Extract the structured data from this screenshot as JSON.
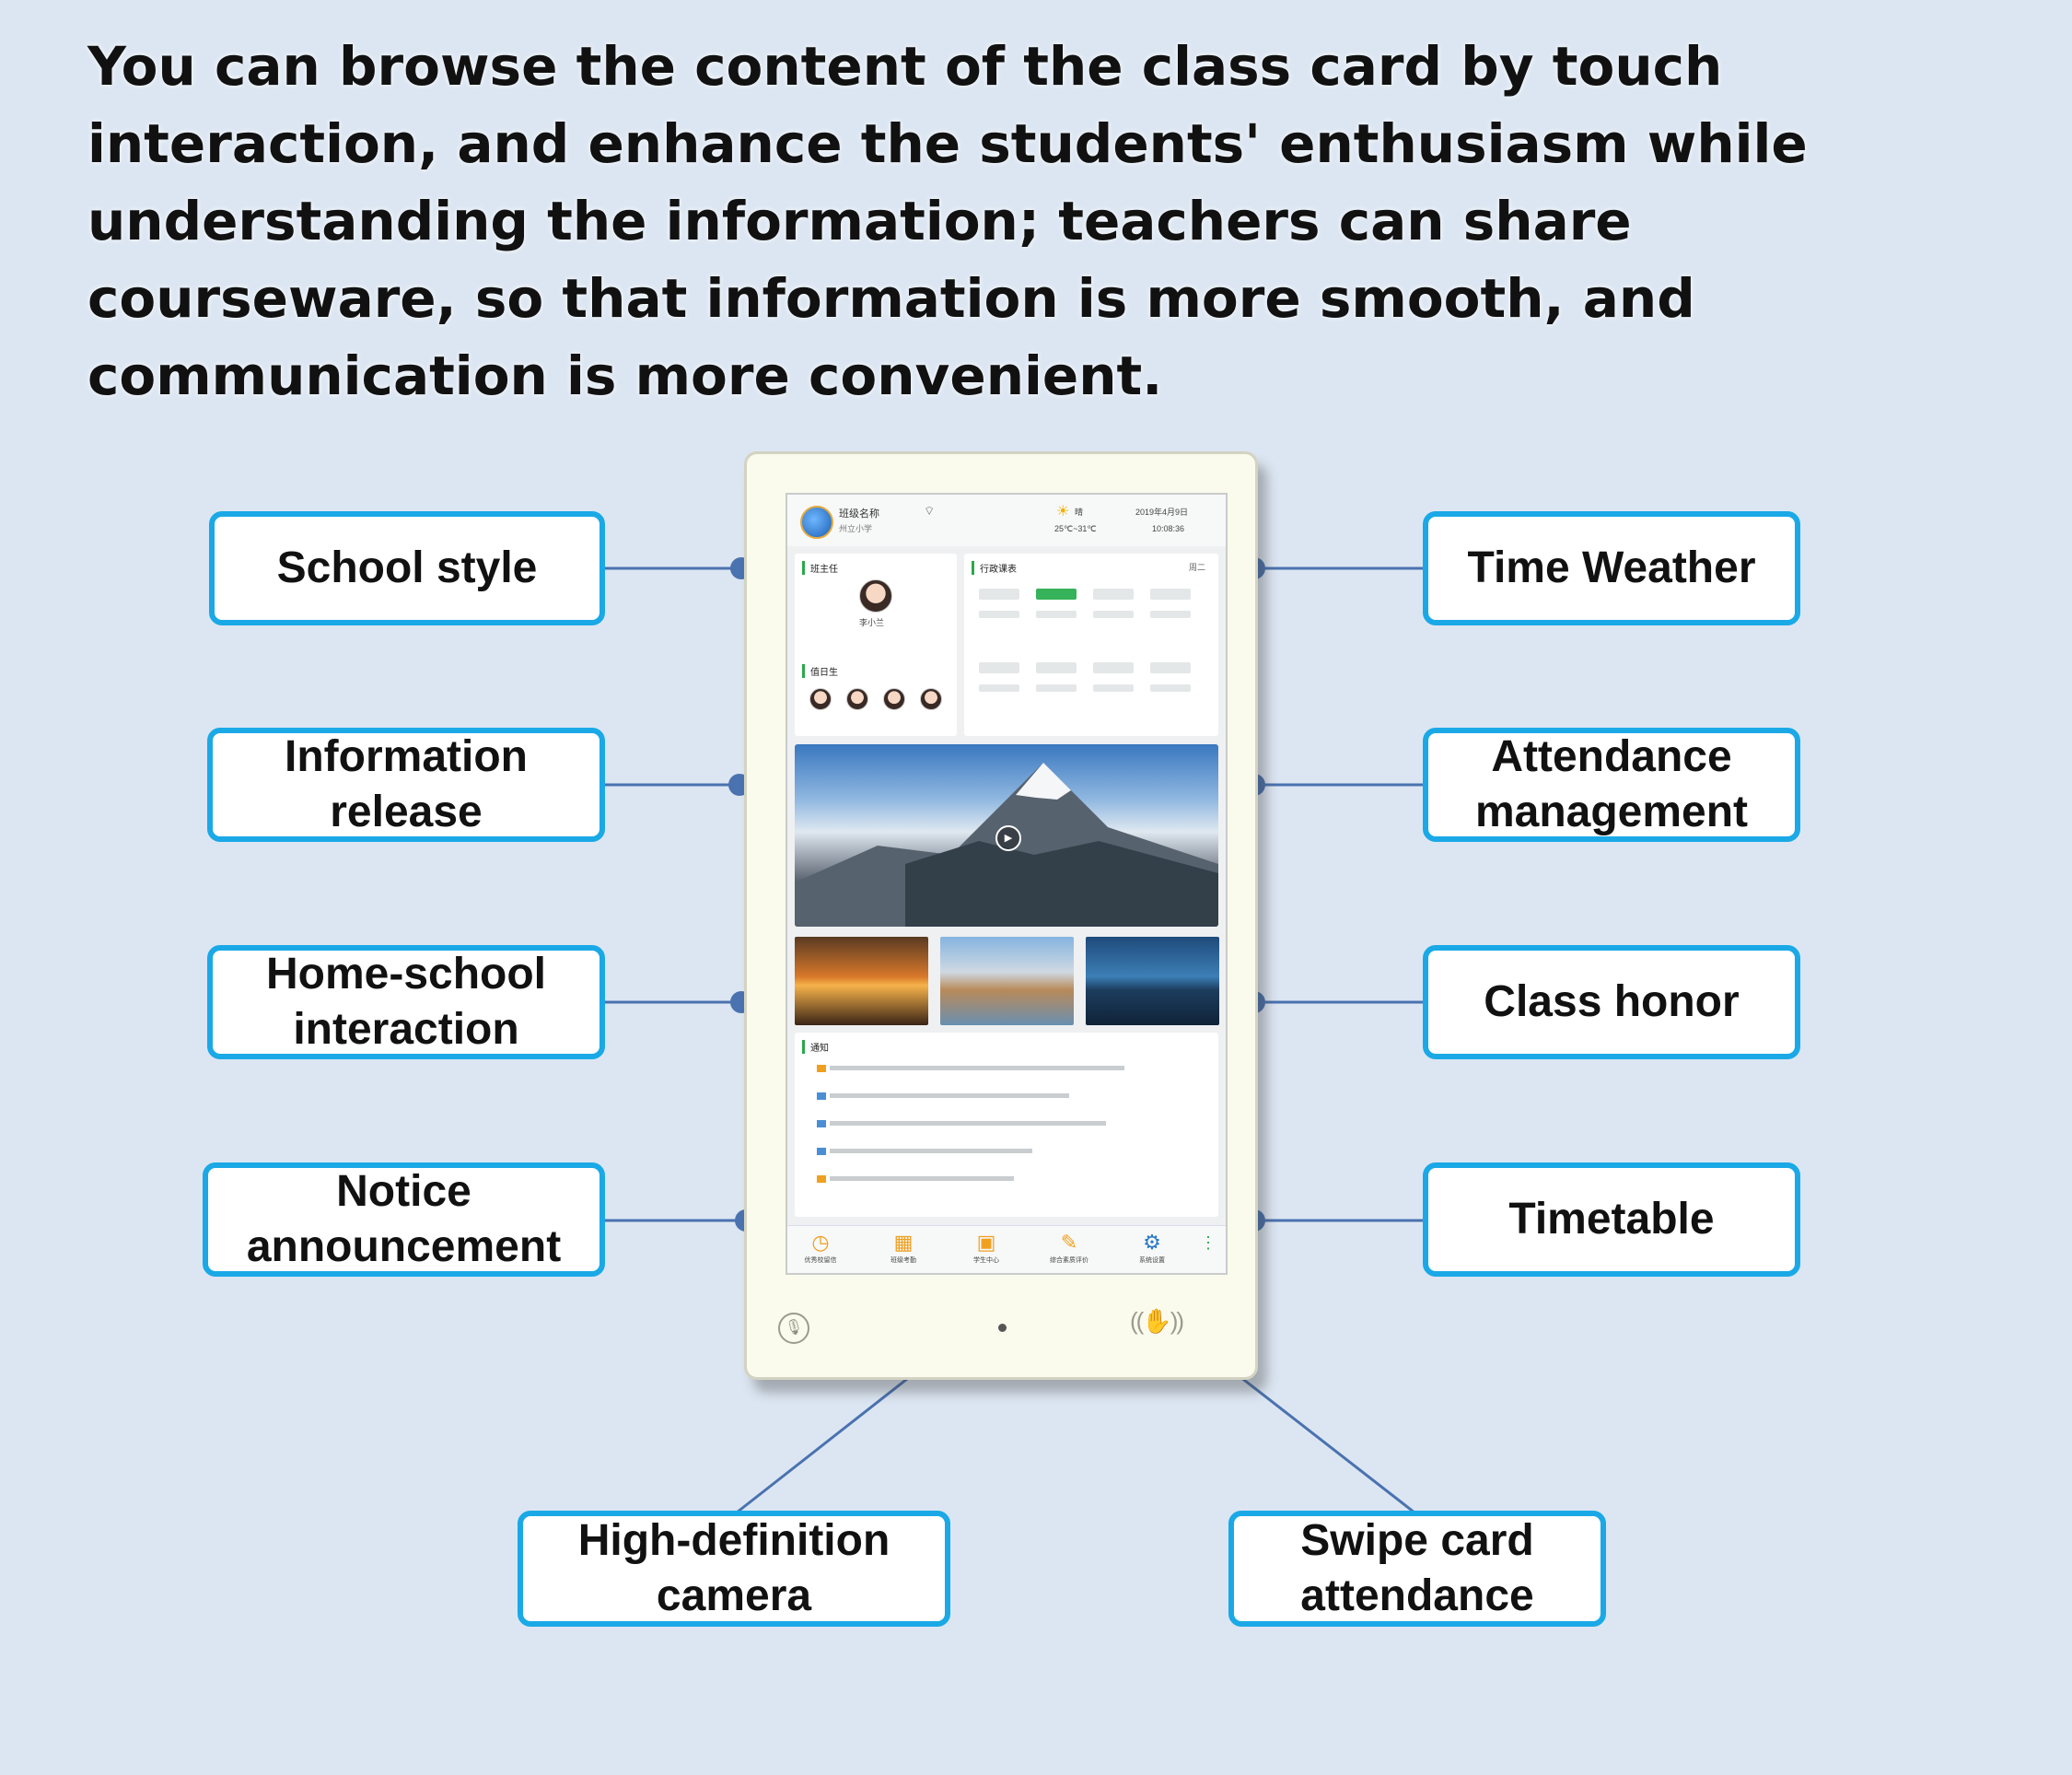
{
  "headline": "You can browse the content of the class card by touch interaction, and enhance the students' enthusiasm while understanding the information; teachers can share courseware, so that information is more smooth, and communication is more convenient.",
  "left_labels": [
    {
      "line1": "School style",
      "line2": ""
    },
    {
      "line1": "Information",
      "line2": "release"
    },
    {
      "line1": "Home-school",
      "line2": "interaction"
    },
    {
      "line1": "Notice",
      "line2": "announcement"
    }
  ],
  "right_labels": [
    {
      "line1": "Time Weather",
      "line2": ""
    },
    {
      "line1": "Attendance",
      "line2": "management"
    },
    {
      "line1": "Class honor",
      "line2": ""
    },
    {
      "line1": "Timetable",
      "line2": ""
    }
  ],
  "bottom_labels": [
    {
      "line1": "High-definition",
      "line2": "camera"
    },
    {
      "line1": "Swipe card",
      "line2": "attendance"
    }
  ],
  "screen": {
    "title": "班级名称",
    "subtitle": "州立小学",
    "weather": "晴",
    "temperature": "25℃~31℃",
    "date": "2019年4月9日",
    "clock": "10:08:36",
    "class_teacher_title": "班主任",
    "teacher_name": "李小兰",
    "duty_title": "值日生",
    "timetable_title": "行政课表",
    "timetable_day": "周二",
    "notice_title": "通知",
    "dock": [
      {
        "label": "优秀校留信",
        "icon": "clock-icon"
      },
      {
        "label": "班级考勤",
        "icon": "calendar-icon"
      },
      {
        "label": "学生中心",
        "icon": "grid-icon"
      },
      {
        "label": "综合素质评价",
        "icon": "edit-icon"
      },
      {
        "label": "系统设置",
        "icon": "gear-icon"
      }
    ]
  },
  "colors": {
    "background": "#dce6f2",
    "label_border": "#1aa9e6",
    "connector": "#4a72b0",
    "device_body": "#fbfbed"
  }
}
